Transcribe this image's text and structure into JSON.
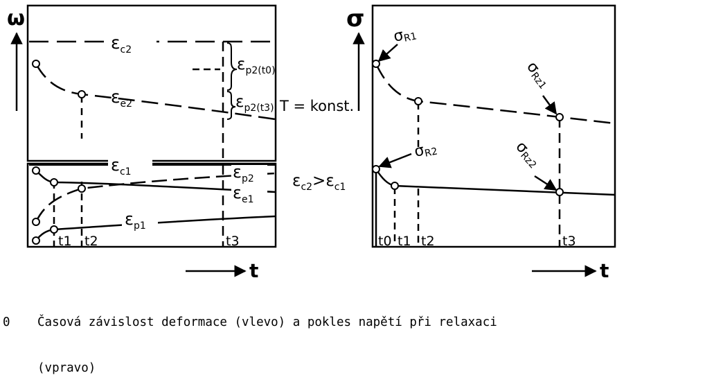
{
  "left_plot": {
    "y_axis_label": "ω",
    "x_axis_label": "t",
    "curve_labels": {
      "ec2": {
        "main": "ε",
        "sub": "c2"
      },
      "ee2": {
        "main": "ε",
        "sub": "e2"
      },
      "ep2t0": {
        "main": "ε",
        "sub": "p2(t0)"
      },
      "ep2t3": {
        "main": "ε",
        "sub": "p2(t3)"
      },
      "ec1": {
        "main": "ε",
        "sub": "c1"
      },
      "ep2": {
        "main": "ε",
        "sub": "p2"
      },
      "ee1": {
        "main": "ε",
        "sub": "e1"
      },
      "ep1": {
        "main": "ε",
        "sub": "p1"
      }
    },
    "time_ticks": [
      "t1",
      "t2",
      "t3"
    ]
  },
  "middle_labels": {
    "temperature": "T = konst.",
    "strain_relation": {
      "a": "ε",
      "a_sub": "c2",
      "op": ">",
      "b": "ε",
      "b_sub": "c1"
    }
  },
  "right_plot": {
    "y_axis_label": "σ",
    "x_axis_label": "t",
    "curve_labels": {
      "sR1": {
        "main": "σ",
        "sub": "R1"
      },
      "sRz1": {
        "main": "σ",
        "sub": "Rz1"
      },
      "sR2": {
        "main": "σ",
        "sub": "R2"
      },
      "sRz2": {
        "main": "σ",
        "sub": "Rz2"
      }
    },
    "time_ticks": [
      "t0",
      "t1",
      "t2",
      "t3"
    ]
  },
  "caption": {
    "number": "0",
    "line1": "Časová závislost deformace (vlevo) a pokles napětí při relaxaci",
    "line2": "(vpravo)"
  }
}
